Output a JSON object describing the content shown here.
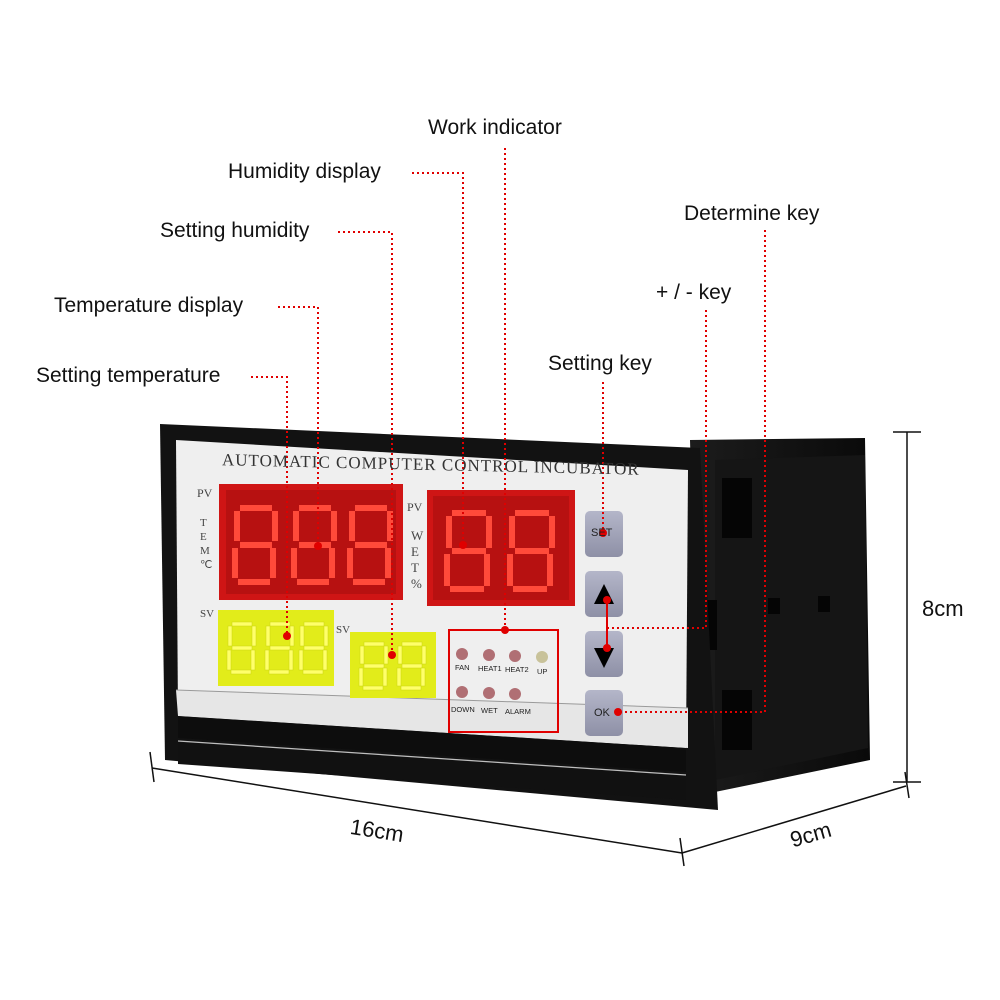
{
  "callouts": {
    "work_indicator": "Work indicator",
    "humidity_display": "Humidity display",
    "setting_humidity": "Setting humidity",
    "temperature_display": "Temperature display",
    "setting_temperature": "Setting temperature",
    "determine_key": "Determine key",
    "plus_minus_key": "+ / - key",
    "setting_key": "Setting key"
  },
  "panel": {
    "title": "AUTOMATIC COMPUTER CONTROL INCUBATOR",
    "pv_left": "PV",
    "tem_left": "T\nE\nM\n℃",
    "sv_left": "SV",
    "pv_right": "PV",
    "wet_right": "W\nE\nT\n%",
    "sv_right": "SV",
    "leds": [
      "FAN",
      "HEAT1",
      "HEAT2",
      "UP",
      "DOWN",
      "WET",
      "ALARM"
    ],
    "keys": {
      "set": "SET",
      "ok": "OK"
    }
  },
  "dimensions": {
    "width": "16cm",
    "depth": "9cm",
    "height": "8cm"
  },
  "colors": {
    "red_display": "#e02020",
    "yellow_display": "#e8f020",
    "callout_line": "#e00000",
    "key": "#a4a6bb"
  }
}
